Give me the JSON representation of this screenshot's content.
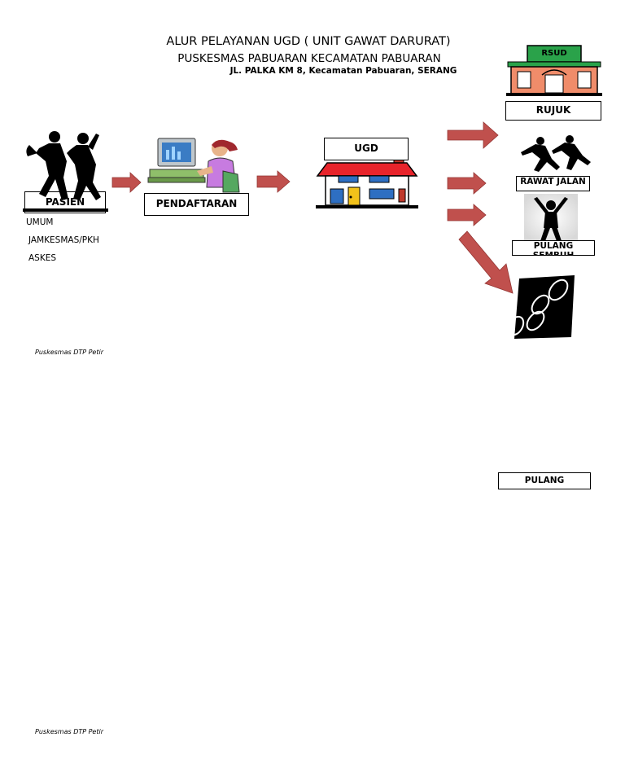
{
  "header": {
    "title": "ALUR PELAYANAN UGD ( UNIT GAWAT DARURAT)",
    "subtitle": "PUSKESMAS PABUARAN KECAMATAN PABUARAN",
    "address": "JL. PALKA KM 8, Kecamatan Pabuaran, SERANG"
  },
  "nodes": {
    "pasien": "PASIEN",
    "pendaftaran": "PENDAFTARAN",
    "ugd": "UGD",
    "rsud": "RSUD",
    "rujuk": "RUJUK",
    "rawat_jalan": "RAWAT JALAN",
    "pulang_sembuh": "PULANG SEMBUH",
    "pulang": "PULANG"
  },
  "patient_types": [
    "UMUM",
    "JAMKESMAS/PKH",
    "ASKES"
  ],
  "footer": {
    "top": "Puskesmas DTP Petir",
    "bottom": "Puskesmas DTP Petir"
  },
  "colors": {
    "arrow": "#c0504d",
    "rsud_roof": "#2aa24a",
    "building_wall": "#f08c6a",
    "ugd_roof": "#e8242b"
  },
  "icons": {
    "pasien": "running-people-silhouette-icon",
    "pendaftaran": "person-at-computer-icon",
    "ugd": "building-icon",
    "rsud": "hospital-building-icon",
    "rawat_jalan": "running-people-icon",
    "pulang_sembuh": "cheering-person-icon",
    "pulang": "footprints-icon"
  }
}
